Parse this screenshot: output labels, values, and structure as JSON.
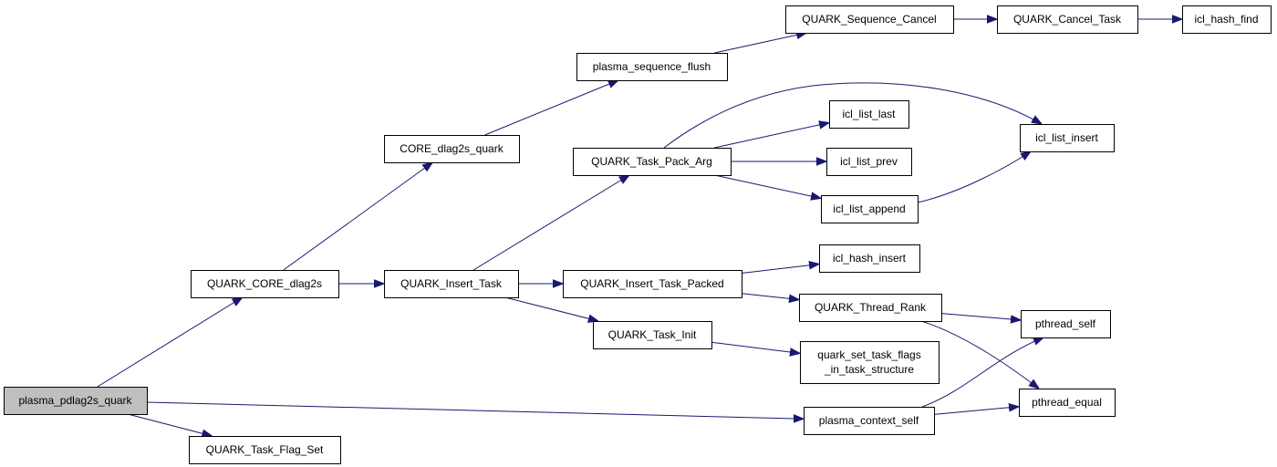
{
  "diagram": {
    "nodes": [
      {
        "id": "root",
        "label": "plasma_pdlag2s_quark",
        "root": true
      },
      {
        "id": "core_dlag2s",
        "label": "QUARK_CORE_dlag2s"
      },
      {
        "id": "task_flag_set",
        "label": "QUARK_Task_Flag_Set"
      },
      {
        "id": "core_dlag2s_quark",
        "label": "CORE_dlag2s_quark"
      },
      {
        "id": "insert_task",
        "label": "QUARK_Insert_Task"
      },
      {
        "id": "seq_flush",
        "label": "plasma_sequence_flush"
      },
      {
        "id": "pack_arg",
        "label": "QUARK_Task_Pack_Arg"
      },
      {
        "id": "insert_packed",
        "label": "QUARK_Insert_Task_Packed"
      },
      {
        "id": "task_init",
        "label": "QUARK_Task_Init"
      },
      {
        "id": "ctx_self",
        "label": "plasma_context_self"
      },
      {
        "id": "seq_cancel",
        "label": "QUARK_Sequence_Cancel"
      },
      {
        "id": "cancel_task",
        "label": "QUARK_Cancel_Task"
      },
      {
        "id": "hash_find",
        "label": "icl_hash_find"
      },
      {
        "id": "list_last",
        "label": "icl_list_last"
      },
      {
        "id": "list_prev",
        "label": "icl_list_prev"
      },
      {
        "id": "list_append",
        "label": "icl_list_append"
      },
      {
        "id": "list_insert",
        "label": "icl_list_insert"
      },
      {
        "id": "hash_insert",
        "label": "icl_hash_insert"
      },
      {
        "id": "thread_rank",
        "label": "QUARK_Thread_Rank"
      },
      {
        "id": "set_flags",
        "label": "quark_set_task_flags\n_in_task_structure"
      },
      {
        "id": "pthread_self",
        "label": "pthread_self"
      },
      {
        "id": "pthread_equal",
        "label": "pthread_equal"
      }
    ],
    "edges": [
      {
        "from": "root",
        "to": "core_dlag2s"
      },
      {
        "from": "root",
        "to": "task_flag_set"
      },
      {
        "from": "root",
        "to": "ctx_self"
      },
      {
        "from": "core_dlag2s",
        "to": "core_dlag2s_quark"
      },
      {
        "from": "core_dlag2s",
        "to": "insert_task"
      },
      {
        "from": "core_dlag2s_quark",
        "to": "seq_flush"
      },
      {
        "from": "seq_flush",
        "to": "seq_cancel"
      },
      {
        "from": "seq_cancel",
        "to": "cancel_task"
      },
      {
        "from": "cancel_task",
        "to": "hash_find"
      },
      {
        "from": "insert_task",
        "to": "pack_arg"
      },
      {
        "from": "insert_task",
        "to": "insert_packed"
      },
      {
        "from": "insert_task",
        "to": "task_init"
      },
      {
        "from": "pack_arg",
        "to": "list_insert"
      },
      {
        "from": "pack_arg",
        "to": "list_last"
      },
      {
        "from": "pack_arg",
        "to": "list_prev"
      },
      {
        "from": "pack_arg",
        "to": "list_append"
      },
      {
        "from": "list_append",
        "to": "list_insert"
      },
      {
        "from": "insert_packed",
        "to": "hash_insert"
      },
      {
        "from": "insert_packed",
        "to": "thread_rank"
      },
      {
        "from": "thread_rank",
        "to": "pthread_self"
      },
      {
        "from": "thread_rank",
        "to": "pthread_equal"
      },
      {
        "from": "task_init",
        "to": "set_flags"
      },
      {
        "from": "ctx_self",
        "to": "pthread_self"
      },
      {
        "from": "ctx_self",
        "to": "pthread_equal"
      }
    ]
  }
}
